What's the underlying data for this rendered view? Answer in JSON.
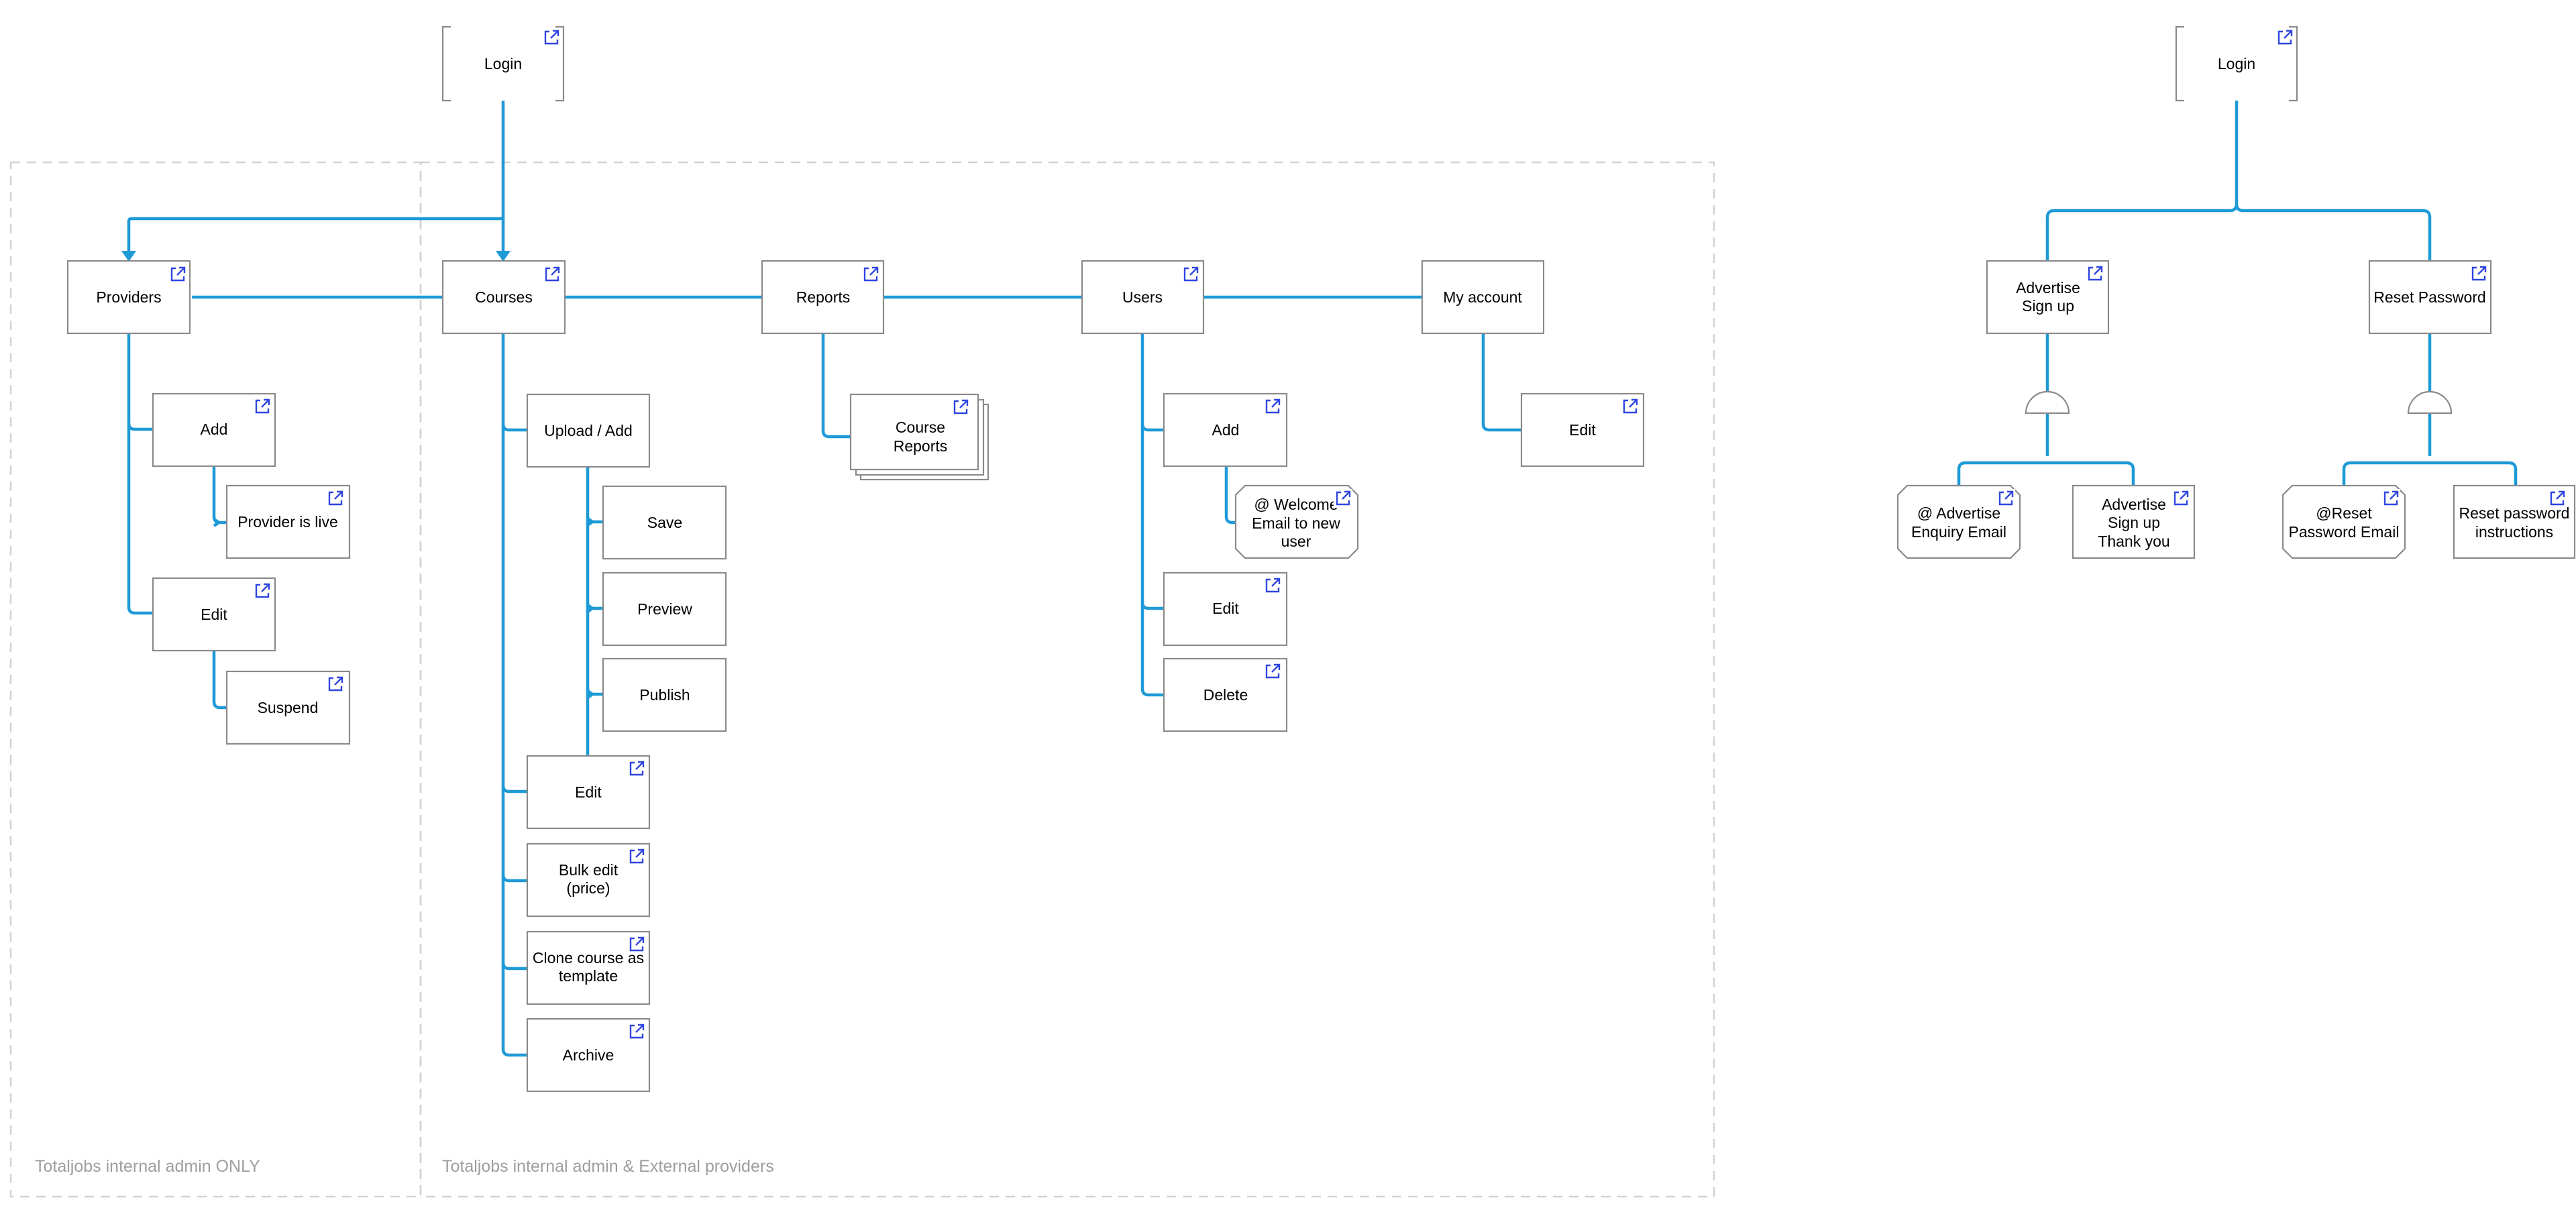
{
  "colors": {
    "connector": "#1e9ad6",
    "node_border": "#8a8a8a",
    "zone_border": "#d2d2d2",
    "zone_label": "#9e9e9e",
    "link_icon": "#2f45e0"
  },
  "link_icon": "external-link-icon",
  "zones": {
    "internal_only": "Totaljobs internal admin ONLY",
    "internal_external": "Totaljobs internal admin & External providers"
  },
  "admin_site": {
    "login": "Login",
    "providers": {
      "label": "Providers",
      "children": [
        "Add",
        "Provider is live",
        "Edit",
        "Suspend"
      ]
    },
    "courses": {
      "label": "Courses",
      "upload": "Upload / Add",
      "upload_children": [
        "Save",
        "Preview",
        "Publish"
      ],
      "children": [
        [
          "Edit"
        ],
        [
          "Bulk edit",
          "(price)"
        ],
        [
          "Clone course as",
          "template"
        ],
        [
          "Archive"
        ]
      ]
    },
    "reports": {
      "label": "Reports",
      "course_reports": [
        "Course",
        "Reports"
      ]
    },
    "users": {
      "label": "Users",
      "children": [
        "Add",
        "Edit",
        "Delete"
      ],
      "welcome_email": [
        "@ Welcome",
        "Email to new",
        "user"
      ]
    },
    "my_account": {
      "label": "My account",
      "children": [
        "Edit"
      ]
    }
  },
  "public_site": {
    "login": "Login",
    "advertise_signup": [
      "Advertise",
      "Sign up"
    ],
    "advertise_enquiry_email": [
      "@ Advertise",
      "Enquiry Email"
    ],
    "advertise_signup_thanks": [
      "Advertise",
      "Sign up",
      "Thank you"
    ],
    "reset_password": "Reset Password",
    "reset_password_email": [
      "@Reset",
      "Password Email"
    ],
    "reset_password_instructions": [
      "Reset password",
      "instructions"
    ]
  }
}
